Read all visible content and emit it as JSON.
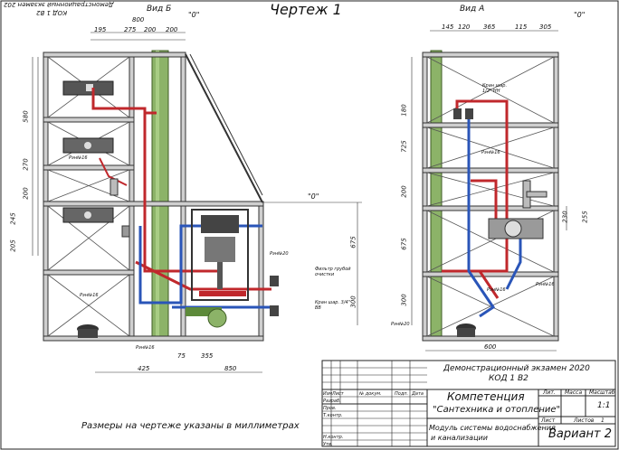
{
  "sheet": {
    "title": "Чертеж 1",
    "stamp_top": "Демонстрационный экзамен 202",
    "stamp_top2": "КОД 1 В2"
  },
  "view_b": {
    "label": "Вид Б",
    "zero_mark": "\"0\"",
    "zero_mark_side": "\"0\"",
    "dims_top": [
      "800",
      "195",
      "275",
      "200",
      "200"
    ],
    "dims_left": [
      "580",
      "270",
      "200",
      "245",
      "205"
    ],
    "dims_bottom": [
      "425",
      "75",
      "355",
      "850"
    ],
    "dims_right": [
      "675",
      "300"
    ],
    "callouts": [
      "Рэн№16",
      "Рэн№16",
      "Рэн№16",
      "Рэн№20",
      "Фильтр грубой очистки",
      "Кран шар. 3/4\" ВВ"
    ]
  },
  "view_a": {
    "label": "Вид А",
    "zero_mark": "\"0\"",
    "dims_top": [
      "145",
      "120",
      "365",
      "115",
      "305"
    ],
    "dims_left": [
      "180",
      "725",
      "200",
      "675",
      "300"
    ],
    "dims_right": [
      "230",
      "255"
    ],
    "dims_bottom": [
      "600"
    ],
    "callouts": [
      "Кран шар. 1/2\" НН",
      "Рэн№16",
      "Рэн№16",
      "Рэн№16",
      "Рэн№20"
    ]
  },
  "footnote": "Размеры на чертеже указаны в миллиметрах",
  "title_block": {
    "exam": "Демонстрационный экзамен 2020",
    "code": "КОД 1 В2",
    "competence_line1": "Компетенция",
    "competence_line2": "\"Сантехника и отопление\"",
    "module_line1": "Модуль системы водоснабжения",
    "module_line2": "и канализации",
    "variant": "Вариант 2",
    "col_lit": "Лит.",
    "col_mass": "Масса",
    "col_scale": "Масштаб",
    "scale_value": "1:1",
    "sheet_label": "Лист",
    "sheets_label": "Листов",
    "sheets_value": "1",
    "rows": [
      "Изм",
      "Лист",
      "№ докум.",
      "Подп.",
      "Дата"
    ],
    "roles": [
      "Разраб.",
      "Пров.",
      "Т.контр.",
      "Н.контр.",
      "Утв."
    ]
  }
}
